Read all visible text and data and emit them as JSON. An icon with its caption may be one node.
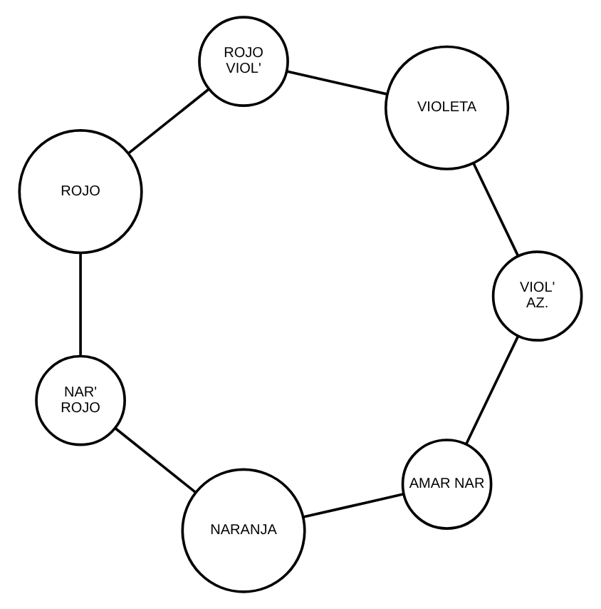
{
  "diagram": {
    "nodes": [
      {
        "text": [
          "AMAR NAR"
        ]
      },
      {
        "text": [
          "NARANJA"
        ]
      },
      {
        "text": [
          "NAR' ROJO"
        ]
      },
      {
        "text": [
          "ROJO"
        ]
      },
      {
        "text": [
          "ROJO VIOL'"
        ]
      },
      {
        "text": [
          "VIOLETA"
        ]
      },
      {
        "text": [
          "VIOL' AZ."
        ]
      }
    ],
    "edges": [
      {
        "from": 0,
        "to": 1,
        "arrow": "none"
      },
      {
        "from": 1,
        "to": 2,
        "arrow": "none"
      },
      {
        "from": 2,
        "to": 3,
        "arrow": "none"
      },
      {
        "from": 3,
        "to": 4,
        "arrow": "none"
      },
      {
        "from": 4,
        "to": 5,
        "arrow": "none"
      },
      {
        "from": 5,
        "to": 6,
        "arrow": "none"
      },
      {
        "from": 6,
        "to": 0,
        "arrow": "none"
      }
    ]
  }
}
